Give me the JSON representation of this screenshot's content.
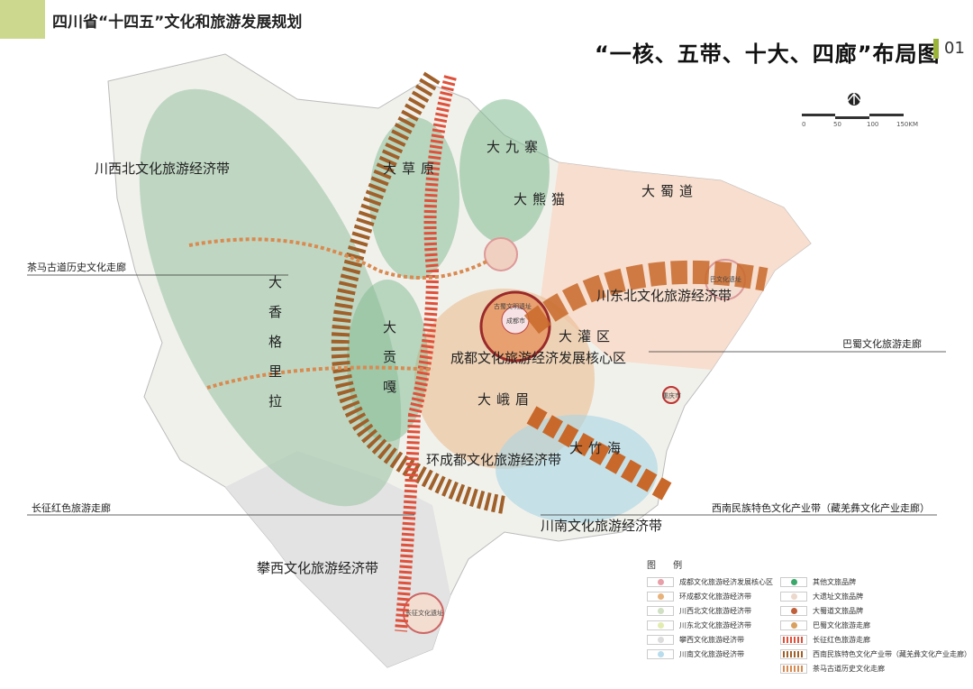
{
  "header": {
    "doc_title": "四川省“十四五”文化和旅游发展规划",
    "map_title": "“一核、五带、十大、四廊”布局图",
    "page_number": "01"
  },
  "scale": {
    "labels": [
      "0",
      "50",
      "100",
      "150KM"
    ],
    "north_icon": "north-arrow-icon"
  },
  "core": {
    "label": "成都文化旅游经济发展核心区"
  },
  "belts": {
    "northwest": "川西北文化旅游经济带",
    "northeast": "川东北文化旅游经济带",
    "ring_chengdu": "环成都文化旅游经济带",
    "south": "川南文化旅游经济带",
    "panxi": "攀西文化旅游经济带"
  },
  "brands": {
    "jiuzhai": "大九寨",
    "panda": "大熊猫",
    "shudao": "大蜀道",
    "grassland": "大草原",
    "shangrila": "大香格里拉",
    "gongga": "大贡嘎",
    "irrigation": "大灌区",
    "emei": "大峨眉",
    "bamboo": "大竹海"
  },
  "corridors": {
    "tea_horse": "茶马古道历史文化走廊",
    "bashu": "巴蜀文化旅游走廊",
    "long_march": "长征红色旅游走廊",
    "southwest_ethnic": "西南民族特色文化产业带（藏羌彝文化产业走廊）"
  },
  "places": {
    "chengdu": "成都市",
    "chongqing": "重庆市",
    "gushu": "古蜀文明遗址",
    "ba": "巴文化遗址",
    "changzheng": "长征文化遗址"
  },
  "legend": {
    "title": "图 例",
    "left": [
      {
        "label": "成都文化旅游经济发展核心区",
        "color": "#e8a0a8"
      },
      {
        "label": "环成都文化旅游经济带",
        "color": "#e8b27a"
      },
      {
        "label": "川西北文化旅游经济带",
        "color": "#cfe0c4"
      },
      {
        "label": "川东北文化旅游经济带",
        "color": "#e2ecb0"
      },
      {
        "label": "攀西文化旅游经济带",
        "color": "#dcdcdc"
      },
      {
        "label": "川南文化旅游经济带",
        "color": "#b9dcec"
      }
    ],
    "right": [
      {
        "label": "其他文旅品牌",
        "color": "#3aa86a"
      },
      {
        "label": "大遗址文旅品牌",
        "color": "#ecd8cc"
      },
      {
        "label": "大蜀道文旅品牌",
        "color": "#c0603a"
      },
      {
        "label": "巴蜀文化旅游走廊",
        "color": "#d9a060"
      },
      {
        "label": "长征红色旅游走廊",
        "color": "#e0503a"
      },
      {
        "label": "西南民族特色文化产业带（藏羌彝文化产业走廊）",
        "color": "#a0602a"
      },
      {
        "label": "茶马古道历史文化走廊",
        "color": "#d98a50"
      }
    ]
  }
}
